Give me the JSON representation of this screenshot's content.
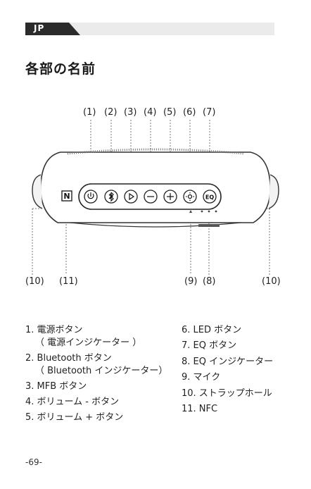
{
  "header": {
    "language_tab": "JP"
  },
  "title": "各部の名前",
  "callouts_top": [
    "(1)",
    "(2)",
    "(3)",
    "(4)",
    "(5)",
    "(6)",
    "(7)"
  ],
  "callouts_bottom": {
    "left_strap": "(10)",
    "nfc": "(11)",
    "mic": "(9)",
    "led": "(8)",
    "right_strap": "(10)"
  },
  "device": {
    "nfc_icon": "N",
    "eq_label": "EQ",
    "buttons": [
      "power-icon",
      "bluetooth-icon",
      "play-icon",
      "minus-icon",
      "plus-icon",
      "led-icon",
      "eq-icon"
    ]
  },
  "parts_left": [
    {
      "line1": "1. 電源ボタン",
      "line2": "（ 電源インジケーター ）"
    },
    {
      "line1": "2. Bluetooth ボタン",
      "line2": "（ Bluetooth インジケーター）"
    },
    {
      "line1": "3. MFB ボタン"
    },
    {
      "line1": "4. ボリューム - ボタン"
    },
    {
      "line1": "5. ボリューム + ボタン"
    }
  ],
  "parts_right": [
    {
      "line1": "6. LED ボタン"
    },
    {
      "line1": "7. EQ ボタン"
    },
    {
      "line1": "8. EQ インジケーター"
    },
    {
      "line1": "9. マイク"
    },
    {
      "line1": "10. ストラップホール"
    },
    {
      "line1": "11. NFC"
    }
  ],
  "page_number": "-69-"
}
